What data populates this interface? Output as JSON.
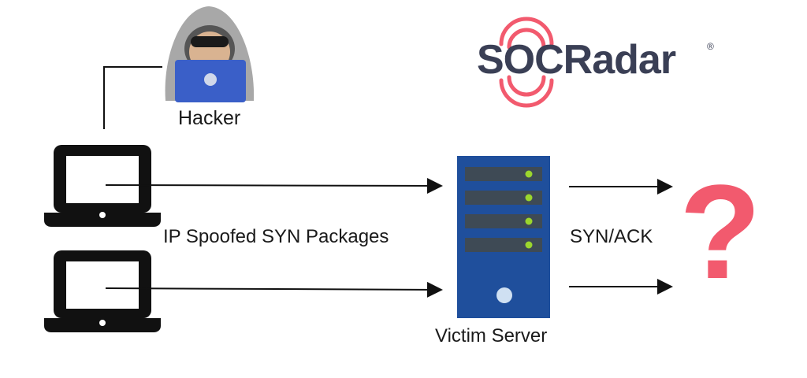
{
  "labels": {
    "hacker": "Hacker",
    "packets": "IP Spoofed SYN Packages",
    "response": "SYN/ACK",
    "victim": "Victim Server",
    "unknown": "?"
  },
  "brand": {
    "name": "SOCRadar",
    "registered": "®"
  },
  "colors": {
    "server_body": "#1f4f9c",
    "server_slot": "#3e4a55",
    "led": "#9bd62d",
    "question": "#f25a6e",
    "brand_text": "#3a3f55",
    "brand_waves": "#f25a6e",
    "hacker_laptop": "#3a5fc8",
    "hood": "#a8a8a8"
  },
  "icons": [
    "hacker-icon",
    "laptop-icon",
    "server-icon",
    "radar-waves-icon"
  ]
}
